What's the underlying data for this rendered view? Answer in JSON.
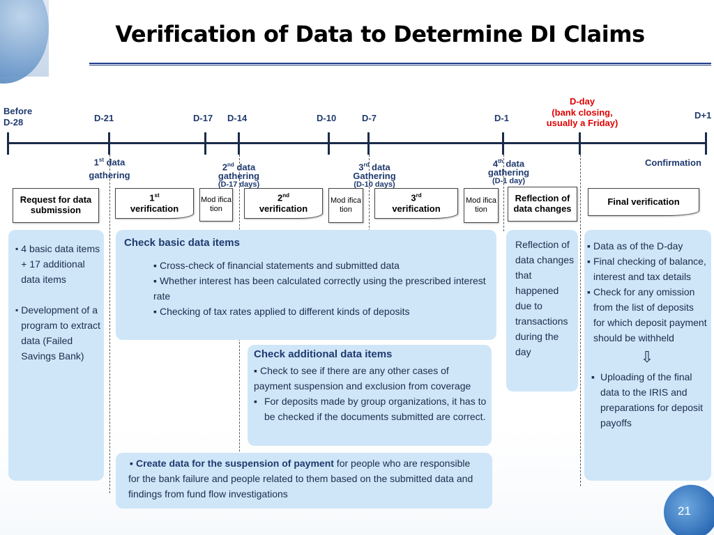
{
  "title": "Verification of Data to Determine DI Claims",
  "timeline": {
    "before": [
      "Before",
      "D-28"
    ],
    "d21": "D-21",
    "d17": "D-17",
    "d14": "D-14",
    "d10": "D-10",
    "d7": "D-7",
    "d1": "D-1",
    "dday": [
      "D-day",
      "(bank closing,",
      "usually a Friday)"
    ],
    "dplus1": "D+1"
  },
  "gathering": {
    "g1": {
      "ord": "1",
      "sup": "st",
      "rest": " data",
      "line2": "gathering"
    },
    "g2": {
      "ord": "2",
      "sup": "nd",
      "rest": "  data",
      "line2": "gathering",
      "line3": "(D-17 days)"
    },
    "g3": {
      "ord": "3",
      "sup": "rd",
      "rest": " data",
      "line2": "Gathering",
      "line3": "(D-10 days)"
    },
    "g4": {
      "ord": "4",
      "sup": "th",
      "rest": " data",
      "line2": "gathering",
      "line3": "(D-1 day)"
    },
    "confirmation": "Confirmation"
  },
  "stages": {
    "request": "Request for data submission",
    "v1": {
      "ord": "1",
      "sup": "st",
      "label": "verification"
    },
    "mod1": "Mod ifica tion",
    "v2": {
      "ord": "2",
      "sup": "nd",
      "label": "verification"
    },
    "mod2": "Mod ifica tion",
    "v3": {
      "ord": "3",
      "sup": "rd",
      "label": "verification"
    },
    "mod3": "Mod ifica tion",
    "reflection": "Reflection of data changes",
    "final": "Final verification"
  },
  "left_box": {
    "item1": "4 basic data items  + 17 additional data items",
    "item2": "Development of a program to extract data (Failed Savings Bank)"
  },
  "basic_box": {
    "heading": "Check basic data items",
    "items": [
      "Cross-check of financial statements and submitted data",
      "Whether interest has been calculated correctly using the prescribed interest rate",
      "Checking of tax rates applied to different kinds of deposits"
    ]
  },
  "additional_box": {
    "heading": "Check additional data items",
    "items": [
      "Check to see if there are any other cases of payment suspension and exclusion from coverage",
      "For deposits made by group organizations, it has to be checked if the documents submitted are correct."
    ]
  },
  "suspension_box": {
    "bold": "Create data for the suspension of payment",
    "rest": " for people who are responsible for the bank failure and people related to them based on the submitted data and findings from fund flow investigations"
  },
  "reflection_box": "Reflection of data changes that happened due to transactions during the day",
  "final_box": {
    "items": [
      "Data as of the D-day",
      "Final checking of balance, interest and tax details",
      "Check for any omission from the list of deposits for which deposit payment should be withheld"
    ],
    "arrow": "⇩",
    "after": "Uploading of the final data to the IRIS and preparations for deposit payoffs"
  },
  "page_number": "21"
}
